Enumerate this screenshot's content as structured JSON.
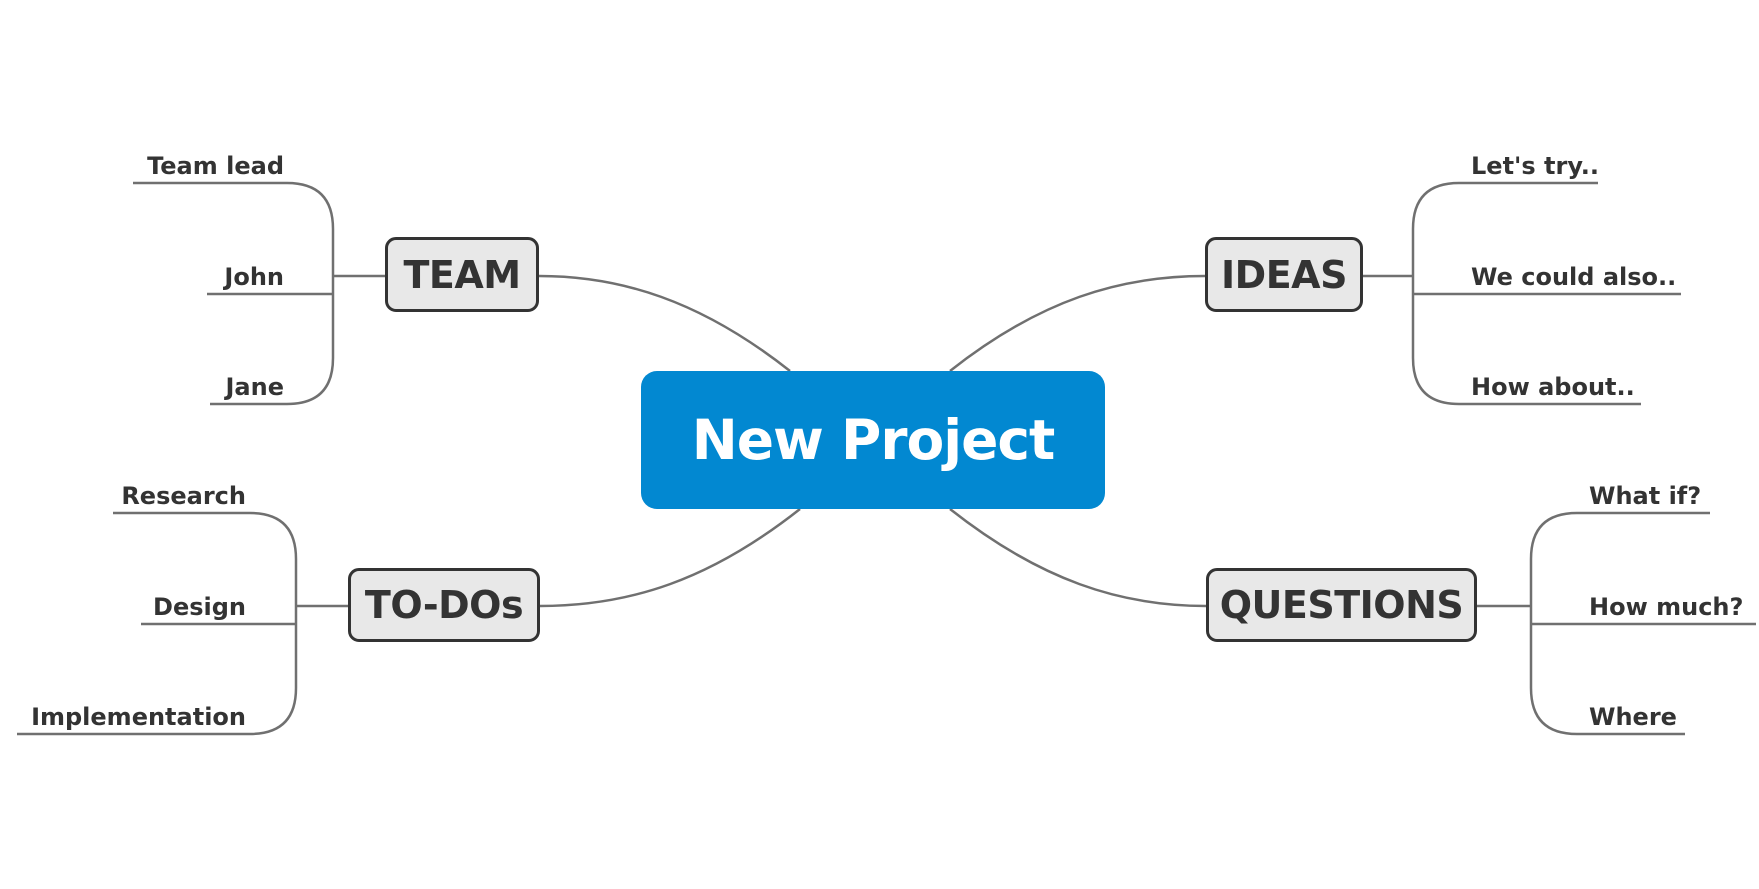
{
  "central_topic": {
    "label": "New Project",
    "color": "#0288d1"
  },
  "branches": [
    {
      "id": "team",
      "label": "TEAM",
      "side": "left",
      "children": [
        "Team lead",
        "John",
        "Jane"
      ]
    },
    {
      "id": "ideas",
      "label": "IDEAS",
      "side": "right",
      "children": [
        "Let's try..",
        "We could also..",
        "How about.."
      ]
    },
    {
      "id": "todos",
      "label": "TO-DOs",
      "side": "left",
      "children": [
        "Research",
        "Design",
        "Implementation"
      ]
    },
    {
      "id": "questions",
      "label": "QUESTIONS",
      "side": "right",
      "children": [
        "What if?",
        "How much?",
        "Where"
      ]
    }
  ],
  "colors": {
    "topic_fill": "#e8e8e8",
    "topic_border": "#333333",
    "line": "#707070",
    "text": "#333333"
  }
}
